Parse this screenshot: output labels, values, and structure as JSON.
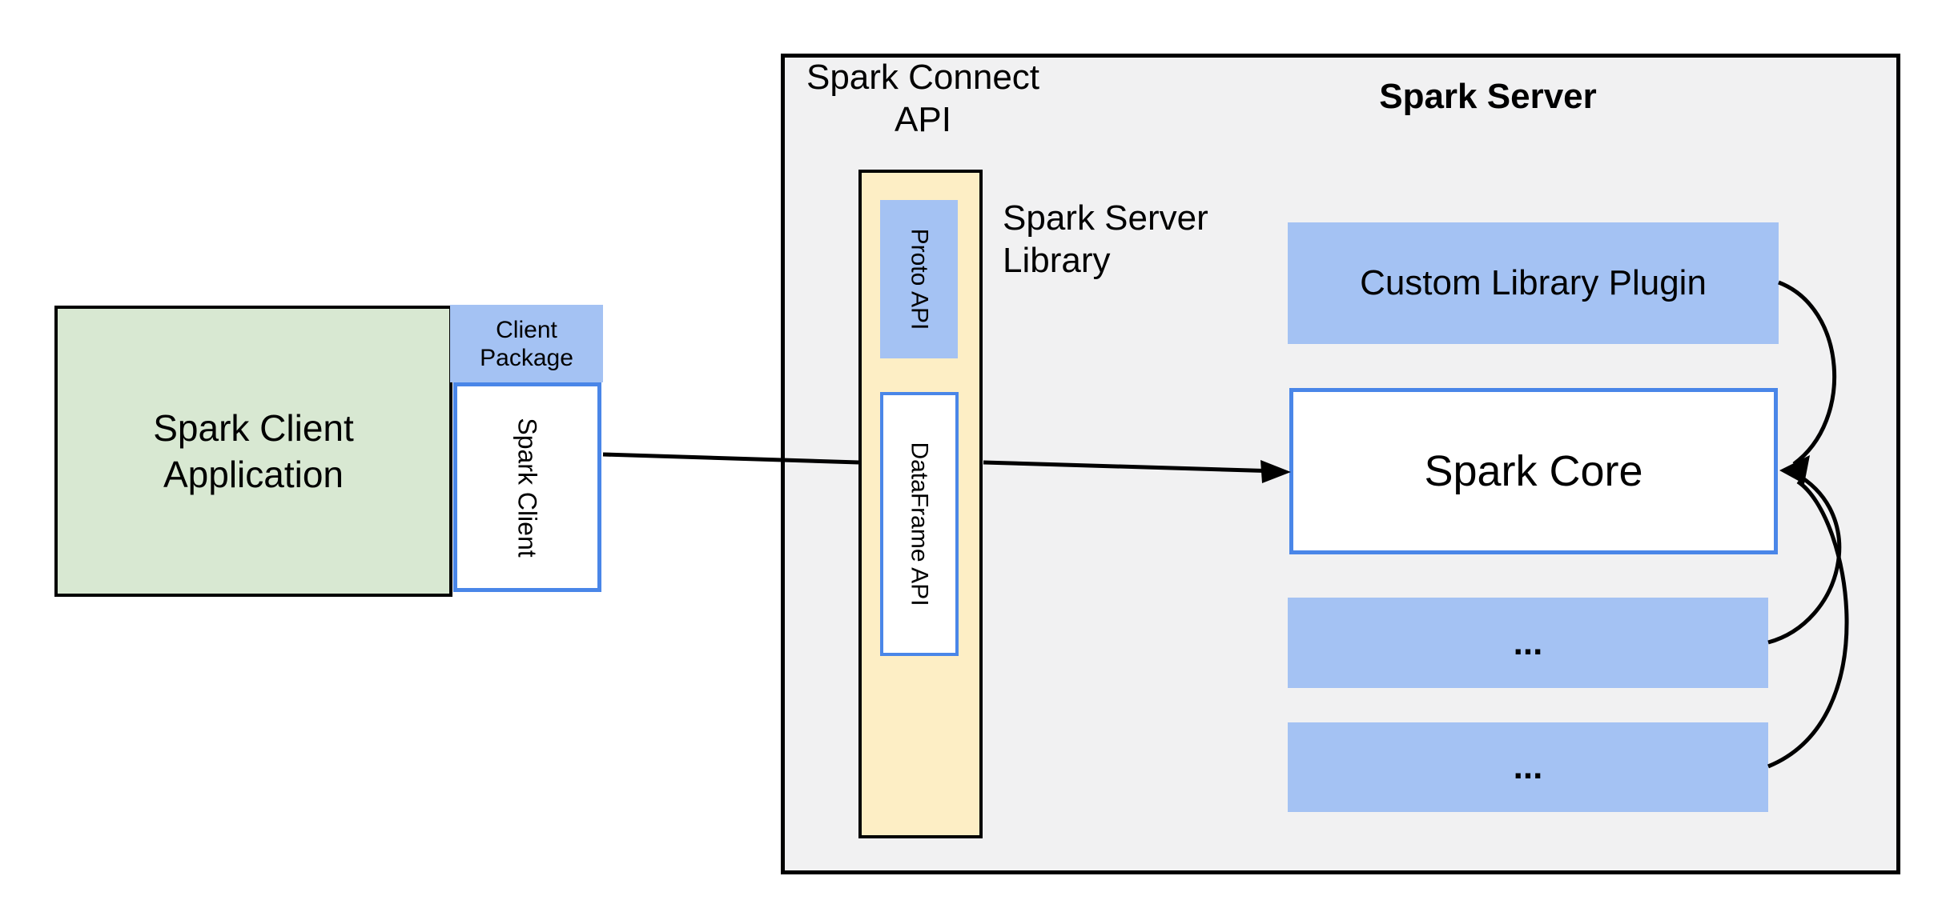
{
  "colors": {
    "canvas_bg": "#ffffff",
    "panel_gray": "#f1f1f2",
    "client_green": "#d8e8d2",
    "blue_fill": "#a4c2f3",
    "api_yellow": "#fdeec5",
    "box_border_blue": "#4a86e8",
    "line_black": "#000000"
  },
  "client_app": {
    "title_line1": "Spark Client",
    "title_line2": "Application"
  },
  "client_package": {
    "label_line1": "Client",
    "label_line2": "Package"
  },
  "spark_client_box": {
    "label": "Spark Client"
  },
  "spark_connect": {
    "title_line1": "Spark Connect",
    "title_line2": "API",
    "proto_api": "Proto API",
    "dataframe_api": "DataFrame API"
  },
  "server_library_label": {
    "line1": "Spark Server",
    "line2": "Library"
  },
  "spark_server": {
    "title": "Spark Server",
    "plugin": "Custom Library Plugin",
    "core": "Spark Core",
    "ellipsis_box_1": "...",
    "ellipsis_box_2": "..."
  }
}
